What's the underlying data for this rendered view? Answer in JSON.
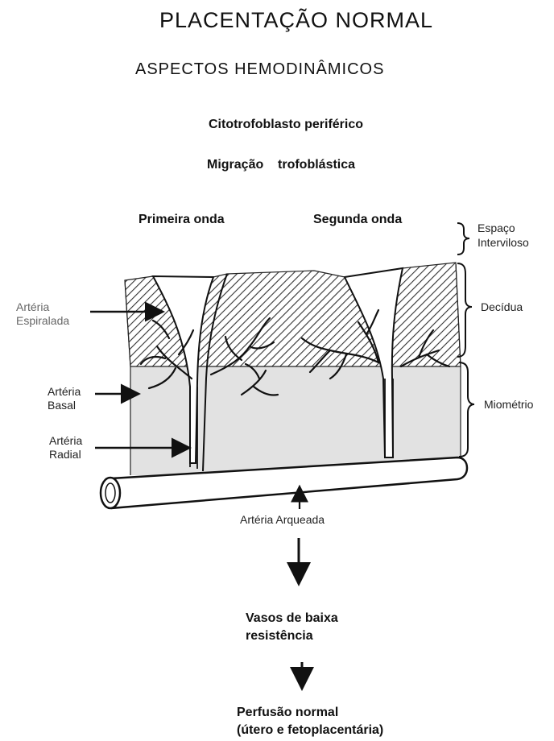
{
  "title": "PLACENTAÇÃO NORMAL",
  "subtitle": "ASPECTOS HEMODINÂMICOS",
  "header_lines": [
    "Citotrofoblasto periférico",
    "Migração    trofoblástica"
  ],
  "waves": {
    "first": "Primeira onda",
    "second": "Segunda onda"
  },
  "left_labels": {
    "spiral": [
      "Artéria",
      "Espiralada"
    ],
    "basal": [
      "Artéria",
      "Basal"
    ],
    "radial": [
      "Artéria",
      "Radial"
    ]
  },
  "right_labels": {
    "intervillous": [
      "Espaço",
      "Interviloso"
    ],
    "decidua": "Decídua",
    "myometrium": "Miométrio"
  },
  "arcuate_label": "Artéria Arqueada",
  "flow": {
    "step1": [
      "Vasos de baixa",
      "resistência"
    ],
    "step2": [
      "Perfusão normal",
      "(útero e fetoplacentária)"
    ]
  },
  "colors": {
    "myometrium_fill": "#e2e2e2",
    "hatch": "#333333",
    "ink": "#111111"
  }
}
